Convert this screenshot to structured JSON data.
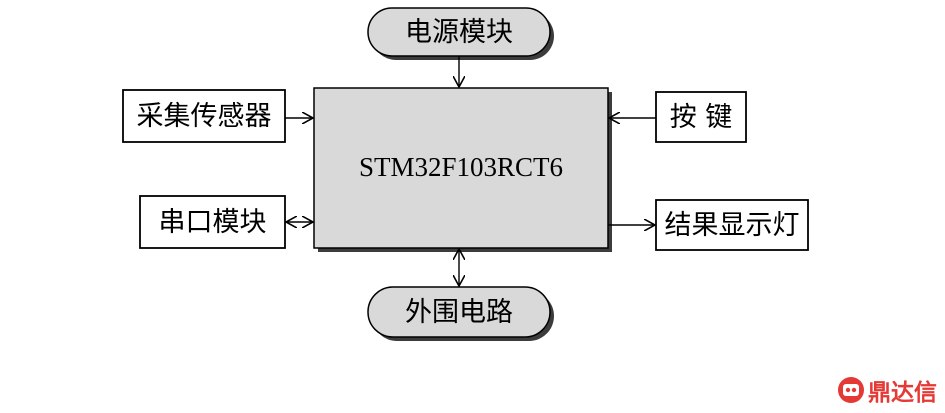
{
  "diagram": {
    "mcu_label": "STM32F103RCT6",
    "power_module": "电源模块",
    "peripheral_circuit": "外围电路",
    "sensor": "采集传感器",
    "serial_module": "串口模块",
    "keys": "按 键",
    "result_lights": "结果显示灯"
  },
  "watermark": {
    "text": "鼎达信",
    "color": "#e53935"
  }
}
